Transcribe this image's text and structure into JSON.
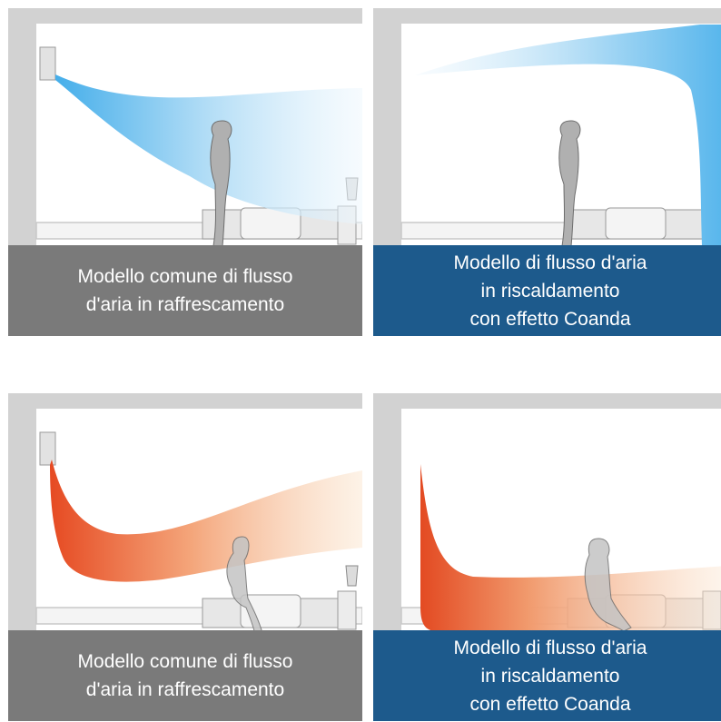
{
  "panels": [
    {
      "id": "cooling-standard",
      "caption_lines": [
        "Modello comune di flusso",
        "d'aria in raffrescamento"
      ]
    },
    {
      "id": "heating-coanda-top",
      "caption_lines": [
        "Modello di flusso d'aria",
        "in riscaldamento",
        "con effetto Coanda"
      ]
    },
    {
      "id": "heating-standard",
      "caption_lines": [
        "Modello comune di flusso",
        "d'aria in raffrescamento"
      ]
    },
    {
      "id": "heating-coanda-bottom",
      "caption_lines": [
        "Modello di flusso d'aria",
        "in riscaldamento",
        "con effetto Coanda"
      ]
    }
  ],
  "colors": {
    "wall": "#d2d2d2",
    "caption_gray": "#7a7a7a",
    "caption_blue": "#1d5a8c",
    "cool_air": "#4fb3ec",
    "warm_air": "#e8532a"
  }
}
